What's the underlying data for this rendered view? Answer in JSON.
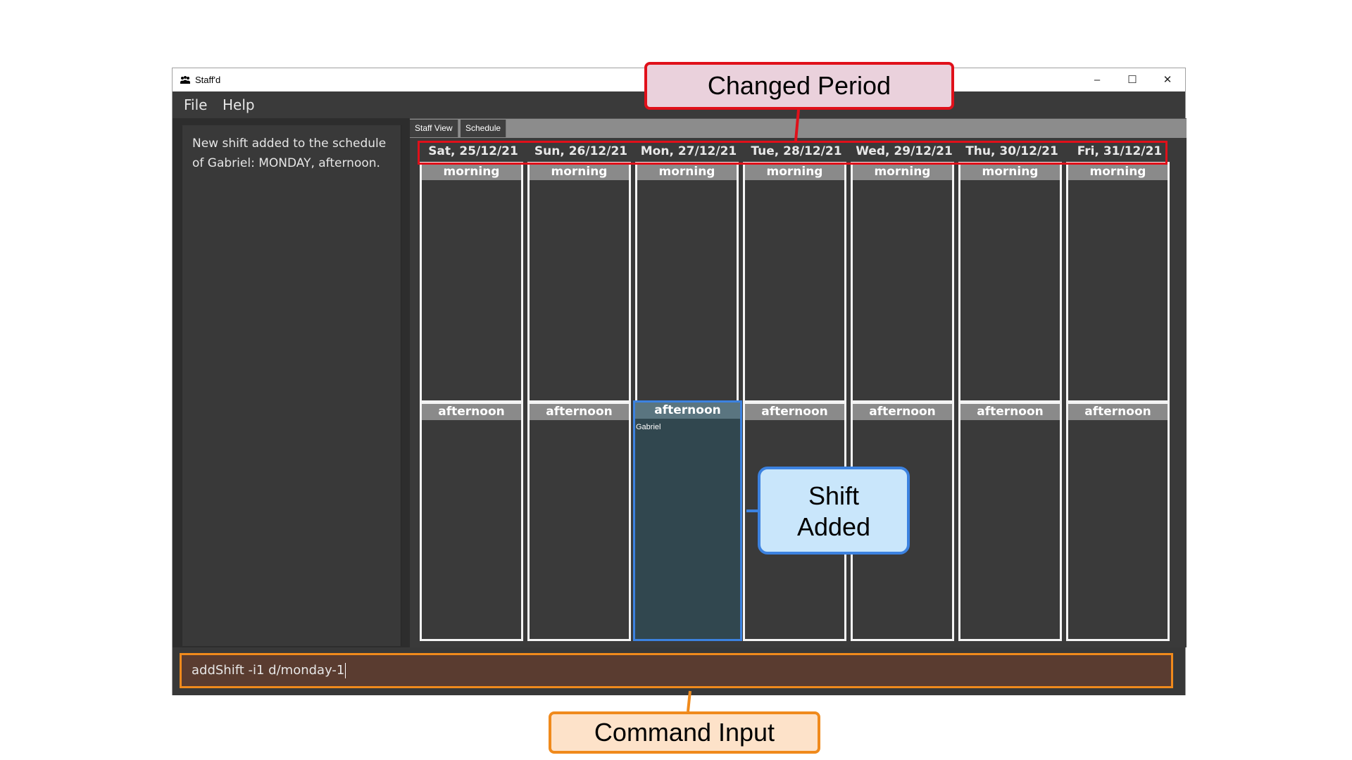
{
  "window": {
    "title": "Staff'd",
    "controls": {
      "minimize": "–",
      "maximize": "☐",
      "close": "✕"
    }
  },
  "menu": {
    "file": "File",
    "help": "Help"
  },
  "result": {
    "message": "New shift added to the schedule of Gabriel: MONDAY, afternoon."
  },
  "tabs": [
    "Staff View",
    "Schedule"
  ],
  "schedule": {
    "dates": [
      "Sat, 25/12/21",
      "Sun, 26/12/21",
      "Mon, 27/12/21",
      "Tue, 28/12/21",
      "Wed, 29/12/21",
      "Thu, 30/12/21",
      "Fri, 31/12/21"
    ],
    "morning_label": "morning",
    "afternoon_label": "afternoon",
    "assigned_staff": {
      "name": "Gabriel",
      "day": "Mon, 27/12/21",
      "slot": "afternoon"
    }
  },
  "command": {
    "value": "addShift -i1 d/monday-1"
  },
  "annotations": {
    "changed_period": "Changed Period",
    "shift_added_line1": "Shift",
    "shift_added_line2": "Added",
    "command_input": "Command Input"
  },
  "colors": {
    "period_highlight": "#e0101a",
    "shift_highlight": "#3c82e0",
    "command_highlight": "#f08a1c"
  }
}
